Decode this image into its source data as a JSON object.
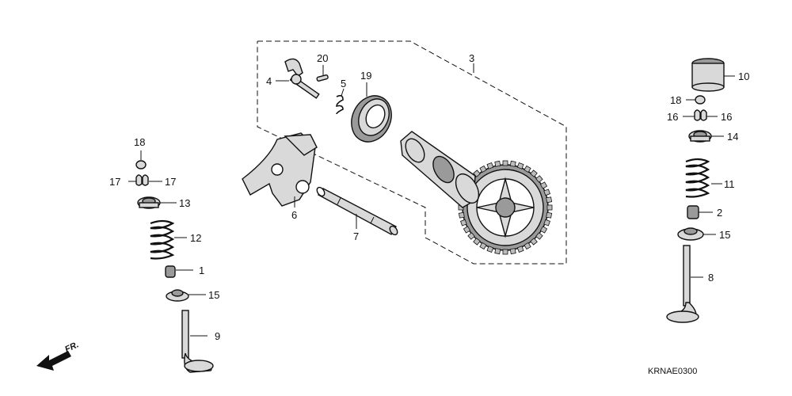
{
  "callouts": {
    "c1": "1",
    "c2": "2",
    "c3": "3",
    "c4": "4",
    "c5": "5",
    "c6": "6",
    "c7": "7",
    "c8": "8",
    "c9": "9",
    "c10": "10",
    "c11": "11",
    "c12": "12",
    "c13": "13",
    "c14": "14",
    "c15a": "15",
    "c15b": "15",
    "c16a": "16",
    "c16b": "16",
    "c17a": "17",
    "c17b": "17",
    "c18a": "18",
    "c18b": "18",
    "c19": "19",
    "c20": "20"
  },
  "diagram_code": "KRNAE0300",
  "direction_label": "FR."
}
